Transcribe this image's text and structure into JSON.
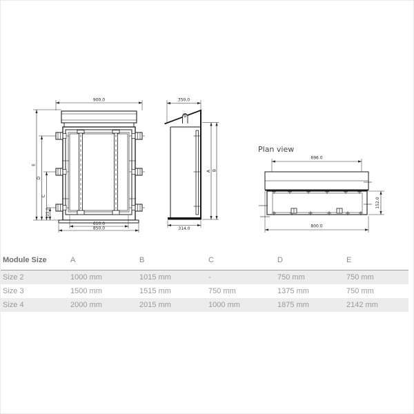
{
  "front_view": {
    "dim_width_top": "900.0",
    "dim_width_door": "610.0",
    "dim_width_base": "850.0",
    "dim_e": "E",
    "dim_d": "D",
    "dim_c": "C",
    "dim_bottom": "125.0"
  },
  "side_view": {
    "dim_depth_top": "350.0",
    "dim_depth_base": "314.0",
    "dim_a": "A",
    "dim_b": "B"
  },
  "plan_view": {
    "title": "Plan view",
    "dim_width_inner": "696.0",
    "dim_depth": "152.0",
    "dim_width_outer": "800.0"
  },
  "table": {
    "columns": [
      "Module Size",
      "A",
      "B",
      "C",
      "D",
      "E"
    ],
    "rows": [
      [
        "Size 2",
        "1000 mm",
        "1015 mm",
        "-",
        "750 mm",
        "750 mm"
      ],
      [
        "Size 3",
        "1500 mm",
        "1515 mm",
        "750 mm",
        "1375 mm",
        "750 mm"
      ],
      [
        "Size 4",
        "2000 mm",
        "2015 mm",
        "1000 mm",
        "1875 mm",
        "2142 mm"
      ]
    ]
  },
  "colors": {
    "line": "#1a1a1a",
    "row_stripe": "#ececec",
    "table_text": "#9a9a9a",
    "header_text": "#6e6e6e"
  }
}
